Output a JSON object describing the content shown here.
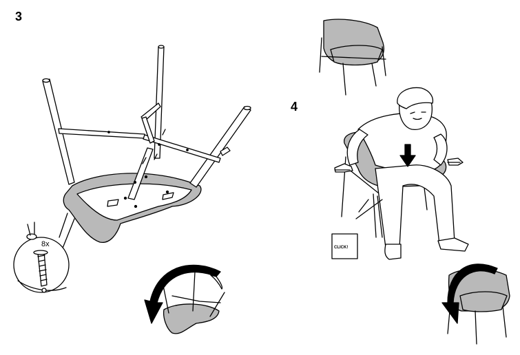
{
  "steps": [
    {
      "number": "3",
      "hardware_count": "8x"
    },
    {
      "number": "4",
      "callout": "CLICK!"
    }
  ],
  "colors": {
    "seat_fill": "#b9b9b9",
    "line": "#000000",
    "hair": "#ffffff"
  }
}
